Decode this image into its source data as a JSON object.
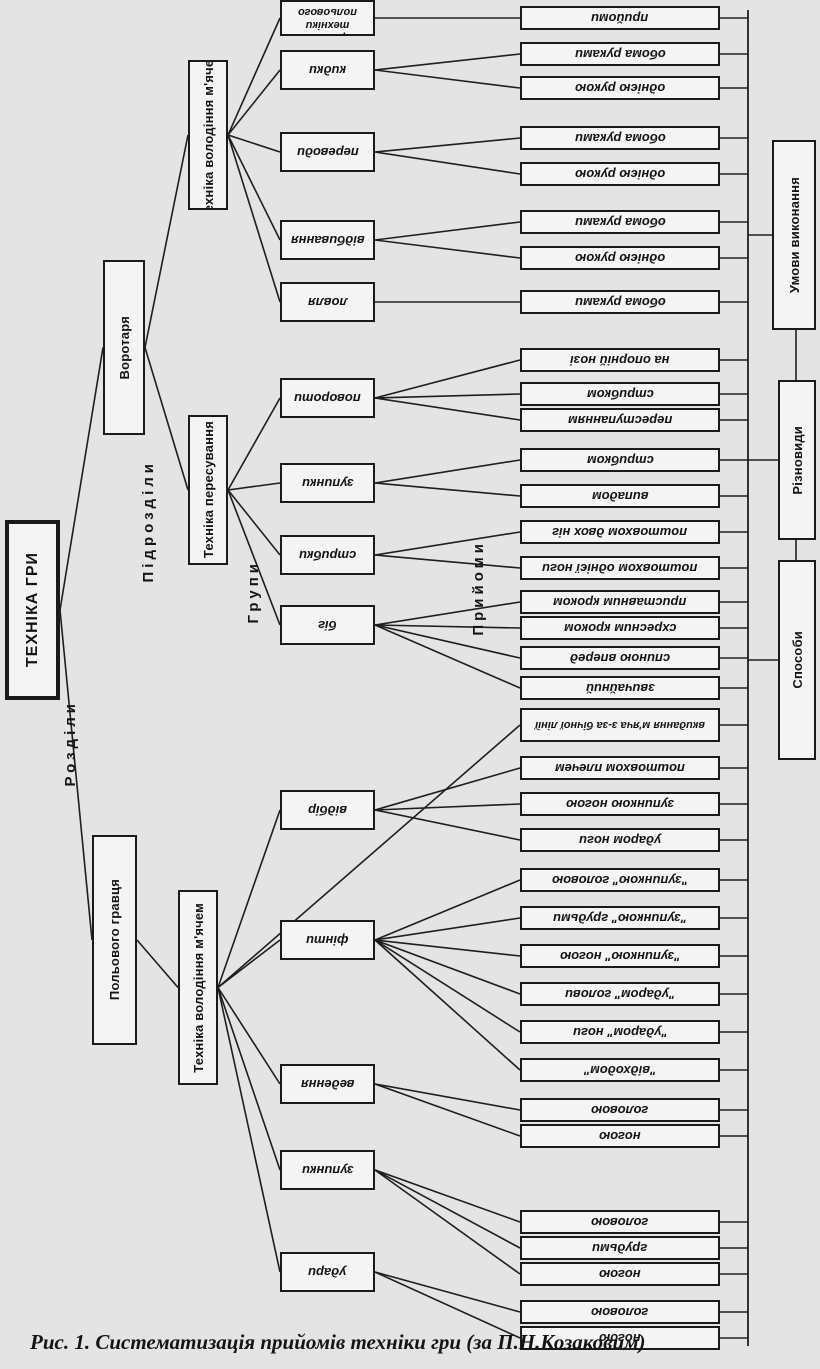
{
  "root": "ТЕХНІКА ГРИ",
  "level_labels": {
    "sections": "Розділи",
    "subsections": "Підрозділи",
    "groups": "Групи",
    "techniques": "Прийоми"
  },
  "sections": [
    {
      "label": "Польового гравця",
      "subsections": [
        {
          "label": "Техніка володіння м'ячем",
          "groups": [
            {
              "label": "удари",
              "items": [
                "ногою",
                "головою"
              ]
            },
            {
              "label": "зупинки",
              "items": [
                "ногою",
                "грудьми",
                "головою"
              ]
            },
            {
              "label": "ведення",
              "items": [
                "ногою",
                "головою"
              ]
            },
            {
              "label": "фінти",
              "items": [
                "\"відходом\"",
                "\"ударом\" ноги",
                "\"ударом\" голови",
                "\"зупинкою\" ногою",
                "\"зупинкою\" грудьми",
                "\"зупинкою\" головою"
              ]
            },
            {
              "label": "відбір",
              "items": [
                "ударом ноги",
                "зупинкою ногою",
                "поштовхом плечем"
              ]
            },
            {
              "label": "вкидання м'яча",
              "items": [
                "вкидання м'яча з-за бічної лінії"
              ]
            }
          ]
        }
      ]
    },
    {
      "label": "Воротаря",
      "subsections": [
        {
          "label": "Техніка пересування",
          "groups": [
            {
              "label": "біг",
              "items": [
                "звичайний",
                "спиною вперед",
                "схресним кроком",
                "приставним кроком"
              ]
            },
            {
              "label": "стрибки",
              "items": [
                "поштовхом однієї ноги",
                "поштовхом двох ніг"
              ]
            },
            {
              "label": "зупинки",
              "items": [
                "випадом",
                "стрибком"
              ]
            },
            {
              "label": "повороти",
              "items": [
                "переступанням",
                "стрибком",
                "на опорній нозі"
              ]
            }
          ]
        },
        {
          "label": "Техніка володіння м'ячем",
          "groups": [
            {
              "label": "ловля",
              "items": [
                "обома руками"
              ]
            },
            {
              "label": "відбивання",
              "items": [
                "однією рукою",
                "обома руками"
              ]
            },
            {
              "label": "переводи",
              "items": [
                "однією рукою",
                "обома руками"
              ]
            },
            {
              "label": "кидки",
              "items": [
                "однією рукою",
                "обома руками"
              ]
            },
            {
              "label": "прийоми техніки польового гравця",
              "items": [
                "прийоми"
              ]
            }
          ]
        }
      ]
    }
  ],
  "conditions": {
    "kinds": "Різновиди",
    "methods": "Способи",
    "conditions": "Умови виконання"
  },
  "caption": "Рис. 1. Систематизація прийомів техніки гри (за П.Н.Козаковим)"
}
